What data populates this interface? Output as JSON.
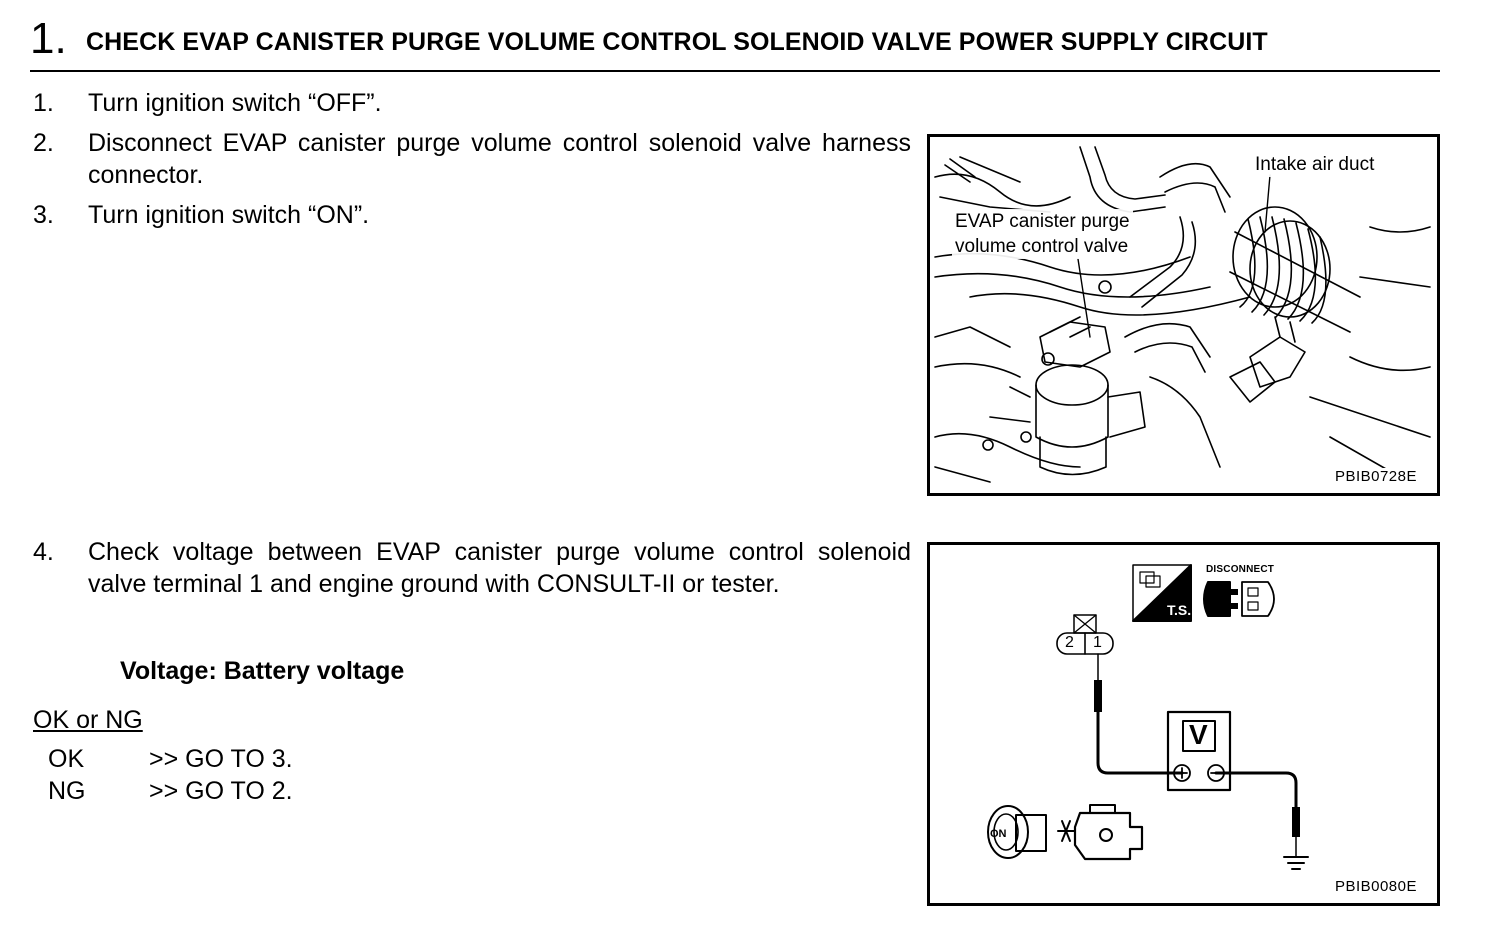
{
  "section": {
    "number": "1.",
    "title": "CHECK EVAP CANISTER PURGE VOLUME CONTROL SOLENOID VALVE POWER SUPPLY CIRCUIT"
  },
  "steps": [
    {
      "num": "1.",
      "text": "Turn ignition switch “OFF”."
    },
    {
      "num": "2.",
      "text": "Disconnect EVAP canister purge volume control solenoid valve harness connector."
    },
    {
      "num": "3.",
      "text": "Turn ignition switch “ON”."
    },
    {
      "num": "4.",
      "text": "Check voltage between EVAP canister purge volume control solenoid valve terminal 1 and engine ground with CONSULT-II or tester."
    }
  ],
  "spec": "Voltage: Battery voltage",
  "result": {
    "label": "OK or NG",
    "options": [
      {
        "key": "OK",
        "action": ">> GO TO 3."
      },
      {
        "key": "NG",
        "action": ">> GO TO 2."
      }
    ]
  },
  "figure1": {
    "callout_duct": "Intake air duct",
    "callout_valve_line1": "EVAP canister purge",
    "callout_valve_line2": "volume control valve",
    "code": "PBIB0728E"
  },
  "figure2": {
    "disconnect_label": "DISCONNECT",
    "ts_label": "T.S.",
    "terminal_2": "2",
    "terminal_1": "1",
    "meter_label": "V",
    "plus": "⊕",
    "minus": "⊖",
    "switch_label": "ON",
    "code": "PBIB0080E"
  }
}
